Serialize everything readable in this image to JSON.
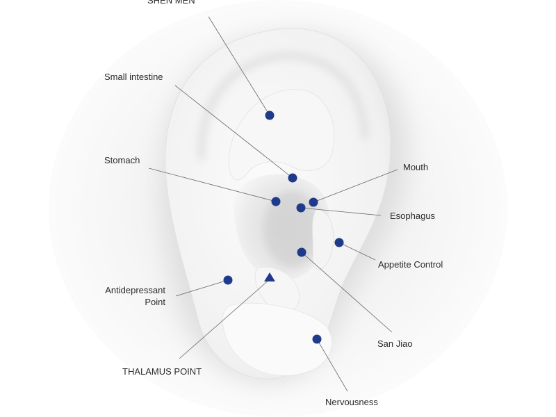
{
  "diagram": {
    "marker_color": "#1f3a8a",
    "line_color": "#666666",
    "points": {
      "shen_men": "SHEN MEN",
      "small_intestine": "Small intestine",
      "stomach": "Stomach",
      "mouth": "Mouth",
      "esophagus": "Esophagus",
      "appetite_control": "Appetite Control",
      "antidepressant_line1": "Antidepressant",
      "antidepressant_line2": "Point",
      "san_jiao": "San Jiao",
      "thalamus_point": "THALAMUS POINT",
      "nervousness": "Nervousness"
    }
  }
}
